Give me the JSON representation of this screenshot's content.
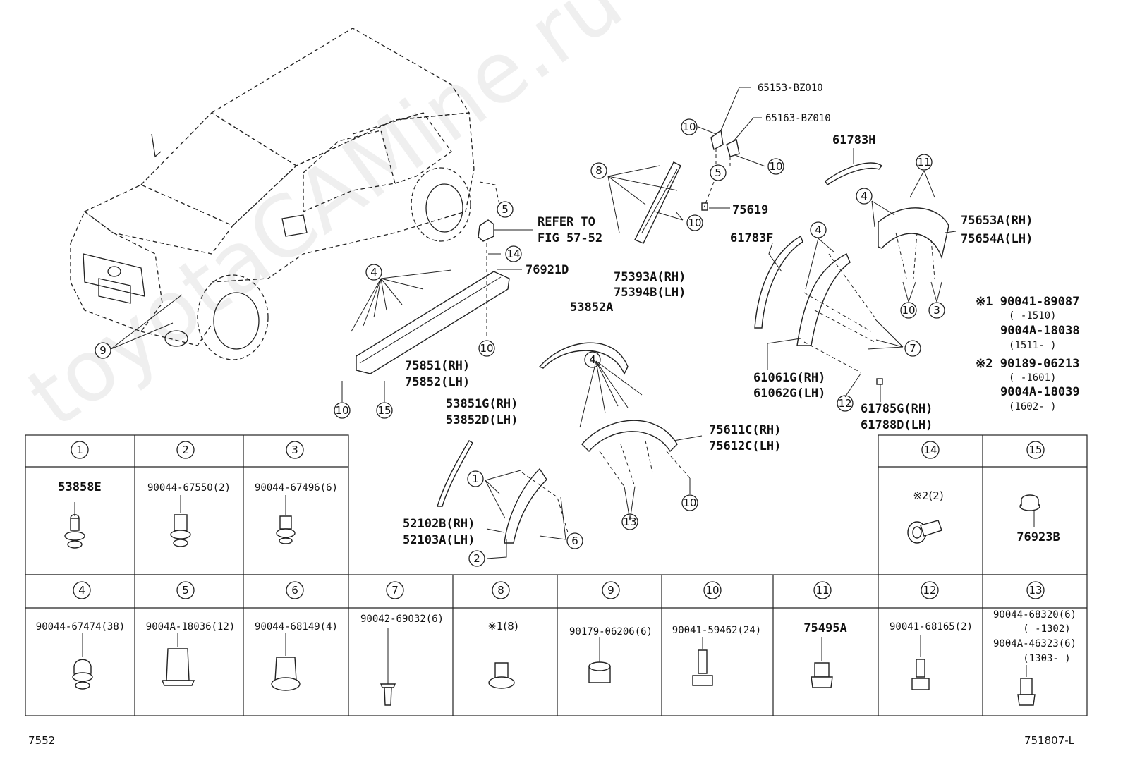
{
  "watermark": "toyotaCAMine.ru",
  "footer": {
    "left": "7552",
    "right": "751807-L"
  },
  "note": {
    "line1": "REFER TO",
    "line2": "FIG 57-52"
  },
  "labels": {
    "p65153": "65153-BZ010",
    "p65163": "65163-BZ010",
    "p61783H": "61783H",
    "p75619": "75619",
    "p75653": "75653A(RH)",
    "p75654": "75654A(LH)",
    "p61783F": "61783F",
    "p76921D": "76921D",
    "p75393": "75393A(RH)",
    "p75394": "75394B(LH)",
    "p53852A": "53852A",
    "p75851": "75851(RH)",
    "p75852": "75852(LH)",
    "p61061": "61061G(RH)",
    "p61062": "61062G(LH)",
    "p61785": "61785G(RH)",
    "p61788": "61788D(LH)",
    "p53851": "53851G(RH)",
    "p53852D": "53852D(LH)",
    "p75611": "75611C(RH)",
    "p75612": "75612C(LH)",
    "p52102": "52102B(RH)",
    "p52103": "52103A(LH)"
  },
  "notes_right": {
    "n1a": "※1 90041-89087",
    "n1b": "(      -1510)",
    "n1c": "9004A-18038",
    "n1d": "(1511-      )",
    "n2a": "※2 90189-06213",
    "n2b": "(      -1601)",
    "n2c": "9004A-18039",
    "n2d": "(1602-      )"
  },
  "callouts": {
    "c1": "1",
    "c2": "2",
    "c3": "3",
    "c4": "4",
    "c5": "5",
    "c6": "6",
    "c7": "7",
    "c8": "8",
    "c9": "9",
    "c10": "10",
    "c11": "11",
    "c12": "12",
    "c13": "13",
    "c14": "14",
    "c15": "15"
  },
  "legend_top": [
    {
      "num": "1",
      "part": "53858E"
    },
    {
      "num": "2",
      "part": "90044-67550(2)"
    },
    {
      "num": "3",
      "part": "90044-67496(6)"
    },
    {
      "num": "14",
      "part": "※2(2)"
    },
    {
      "num": "15",
      "part": "76923B"
    }
  ],
  "legend_bottom": [
    {
      "num": "4",
      "part": "90044-67474(38)"
    },
    {
      "num": "5",
      "part": "9004A-18036(12)"
    },
    {
      "num": "6",
      "part": "90044-68149(4)"
    },
    {
      "num": "7",
      "part": "90042-69032(6)"
    },
    {
      "num": "8",
      "part": "※1(8)"
    },
    {
      "num": "9",
      "part": "90179-06206(6)"
    },
    {
      "num": "10",
      "part": "90041-59462(24)"
    },
    {
      "num": "11",
      "part": "75495A"
    },
    {
      "num": "12",
      "part": "90041-68165(2)"
    },
    {
      "num": "13",
      "part": "90044-68320(6)"
    }
  ],
  "legend_13_extra": {
    "a": "(      -1302)",
    "b": "9004A-46323(6)",
    "c": "(1303-      )"
  }
}
